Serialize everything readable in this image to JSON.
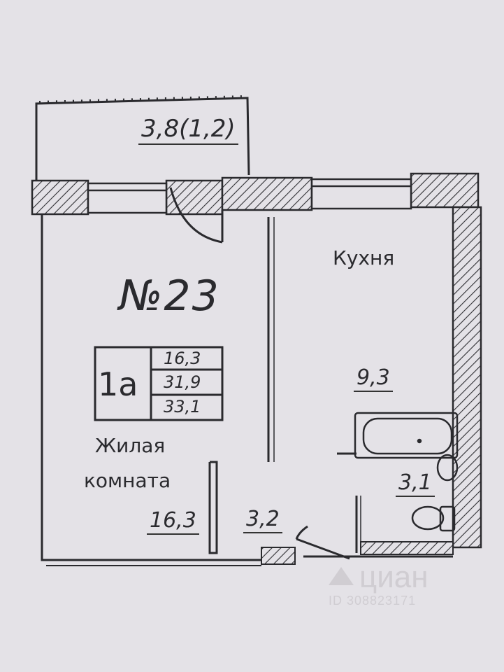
{
  "plan": {
    "apartment_number": "№23",
    "apartment_type": "1а",
    "areas_box": [
      "16,3",
      "31,9",
      "33,1"
    ],
    "rooms": {
      "balcony": "3,8(1,2)",
      "kitchen_label": "Кухня",
      "kitchen_area": "9,3",
      "living_label_line1": "Жилая",
      "living_label_line2": "комната",
      "living_area": "16,3",
      "hall_area": "3,2",
      "bath_area": "3,1"
    }
  },
  "watermark": {
    "brand": "циан",
    "listing_id": "ID 308823171"
  },
  "colors": {
    "paper": "#e4e2e7",
    "ink": "#2a2a2e",
    "watermark": "#d0cdd2"
  }
}
